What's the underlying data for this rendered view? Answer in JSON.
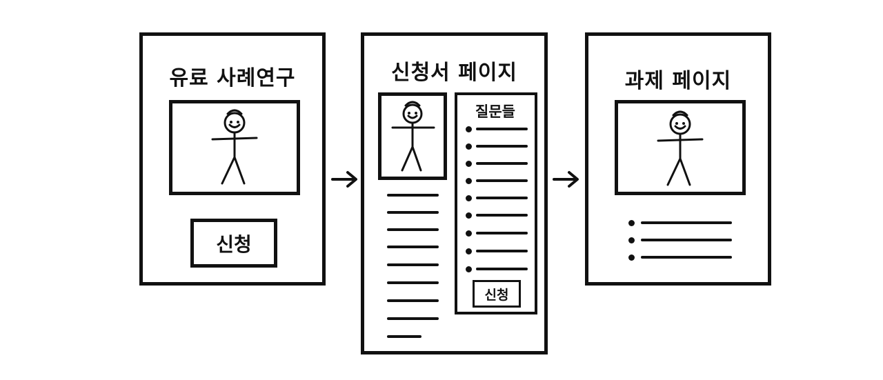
{
  "pages": [
    {
      "title": "유료 사례연구",
      "button_label": "신청"
    },
    {
      "title": "신청서 페이지",
      "questions_title": "질문들",
      "button_label": "신청"
    },
    {
      "title": "과제 페이지"
    }
  ],
  "icons": {
    "figure": "stick-figure-icon",
    "arrow": "arrow-right-icon"
  }
}
